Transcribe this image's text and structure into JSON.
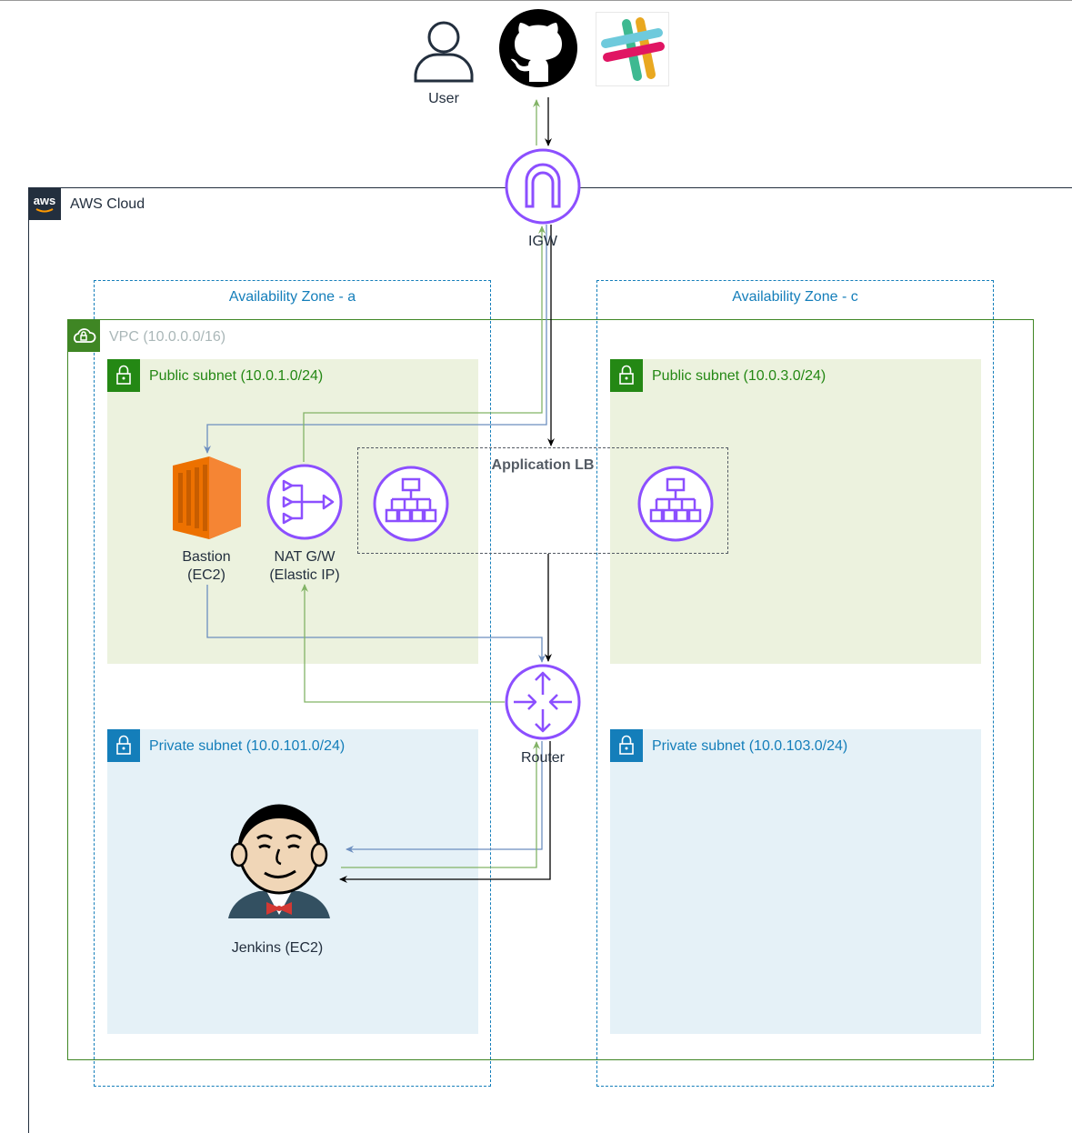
{
  "external": {
    "user_label": "User"
  },
  "aws_cloud": {
    "label": "AWS Cloud"
  },
  "igw": {
    "label": "IGW"
  },
  "az_a": {
    "label": "Availability Zone - a"
  },
  "az_c": {
    "label": "Availability Zone - c"
  },
  "vpc": {
    "label": "VPC (10.0.0.0/16)"
  },
  "subnets": {
    "public_a": "Public subnet (10.0.1.0/24)",
    "public_c": "Public subnet (10.0.3.0/24)",
    "private_a": "Private subnet (10.0.101.0/24)",
    "private_c": "Private subnet (10.0.103.0/24)"
  },
  "alb": {
    "label": "Application LB"
  },
  "bastion": {
    "line1": "Bastion",
    "line2": "(EC2)"
  },
  "nat": {
    "line1": "NAT G/W",
    "line2": "(Elastic IP)"
  },
  "router": {
    "label": "Router"
  },
  "jenkins": {
    "label": "Jenkins (EC2)"
  },
  "colors": {
    "purple": "#8c4fff",
    "public_green": "#248814",
    "private_blue": "#147eba",
    "vpc_green": "#3f8624",
    "ec2_orange": "#ed7100",
    "arrow_black": "#000000",
    "arrow_green": "#82b366",
    "arrow_blue": "#6c8ebf"
  }
}
